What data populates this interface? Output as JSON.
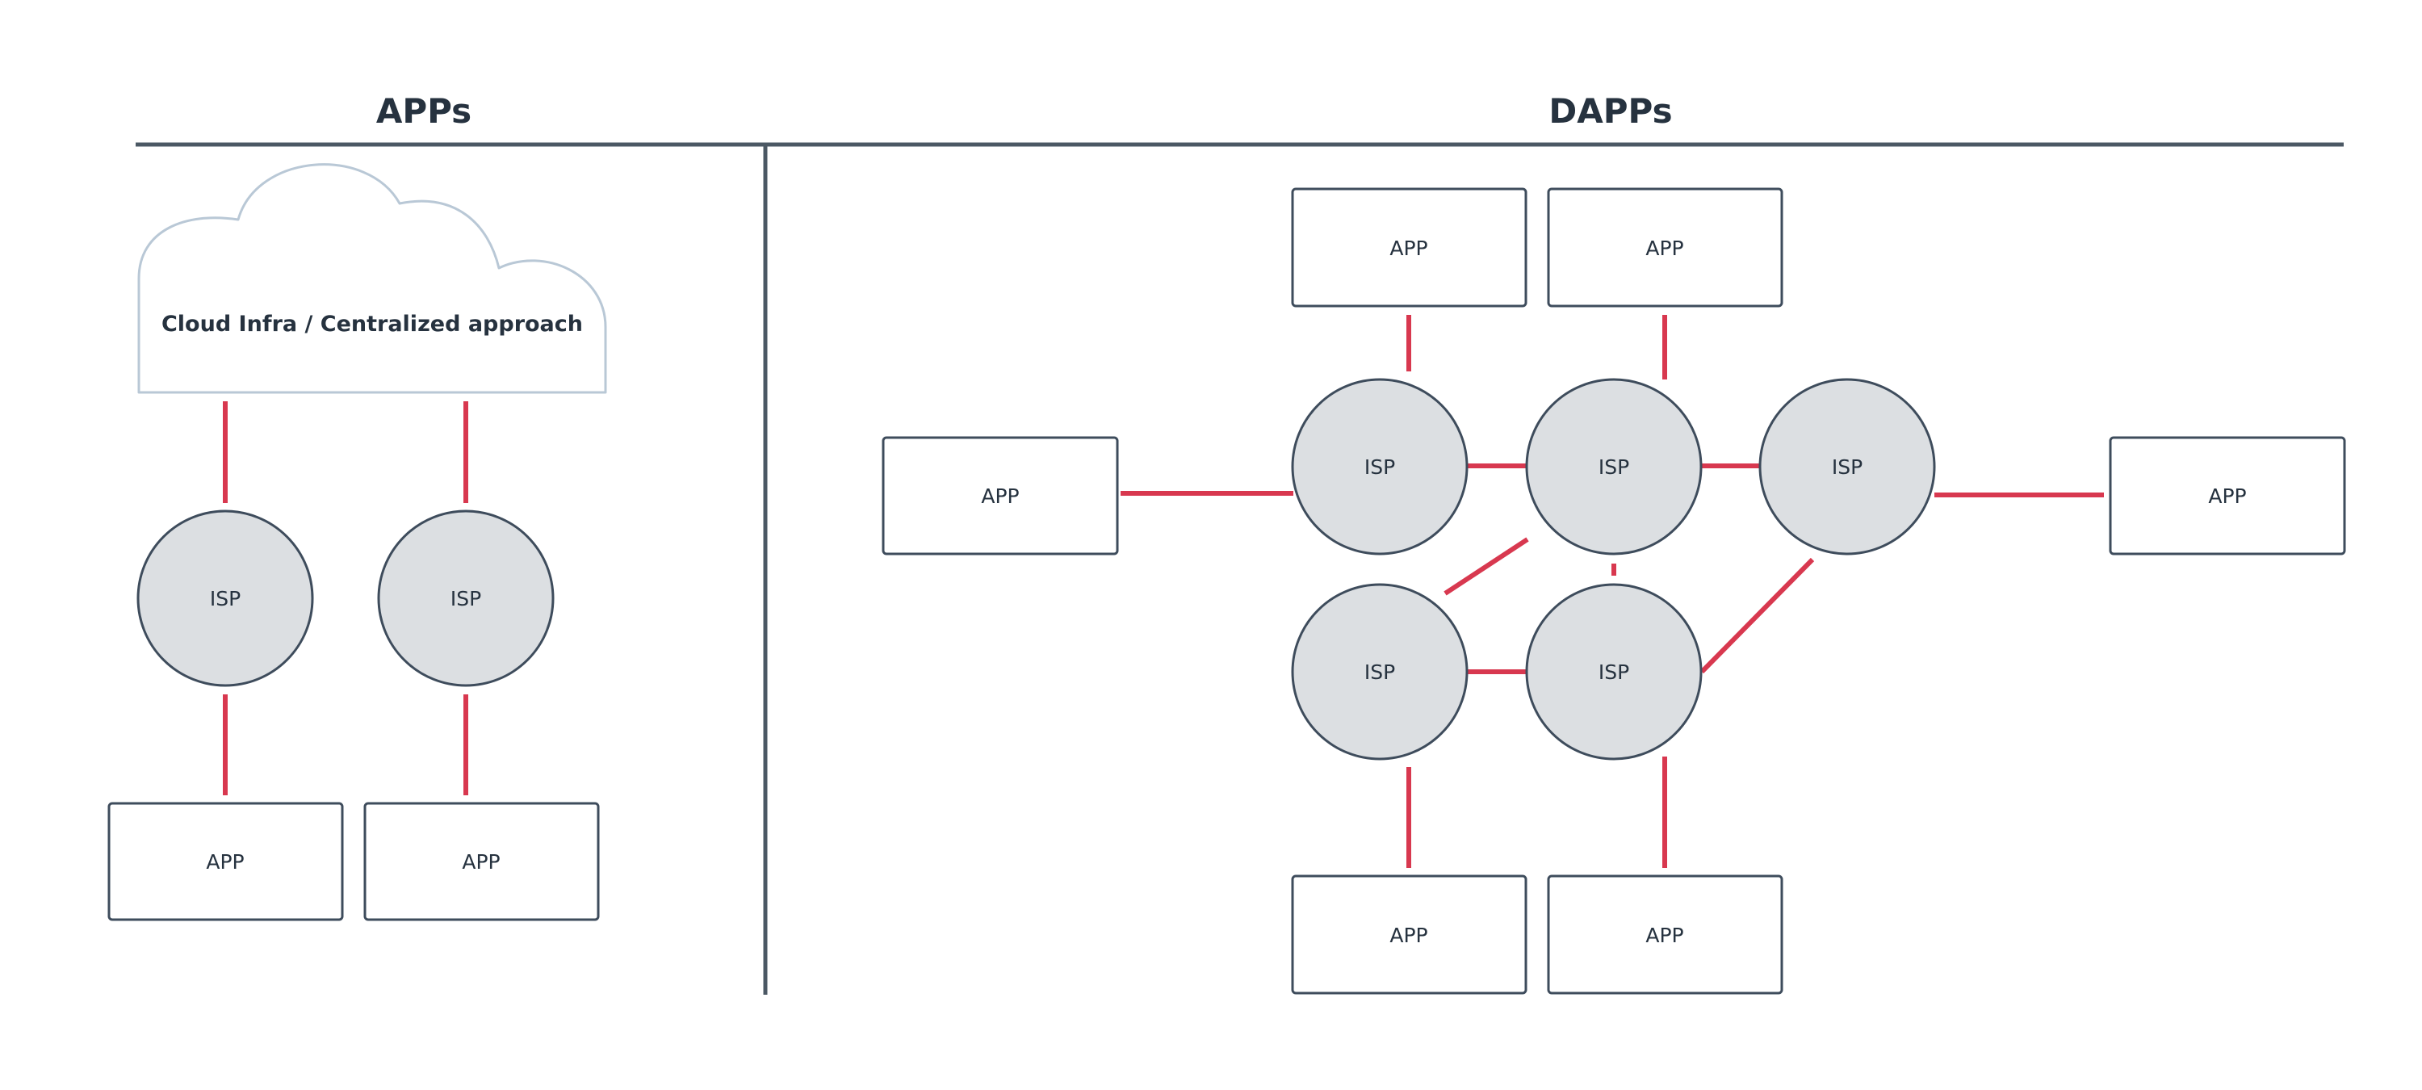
{
  "headings": {
    "left": "APPs",
    "right": "DAPPs"
  },
  "cloud": {
    "label": "Cloud Infra / Centralized approach"
  },
  "node_labels": {
    "app": "APP",
    "isp": "ISP"
  },
  "colors": {
    "stroke": "#3e4c5c",
    "divider": "#4b5864",
    "link": "#d8384f",
    "isp_fill": "#dcdfe2",
    "cloud_stroke": "#b9c8d6",
    "text": "#26323f"
  }
}
